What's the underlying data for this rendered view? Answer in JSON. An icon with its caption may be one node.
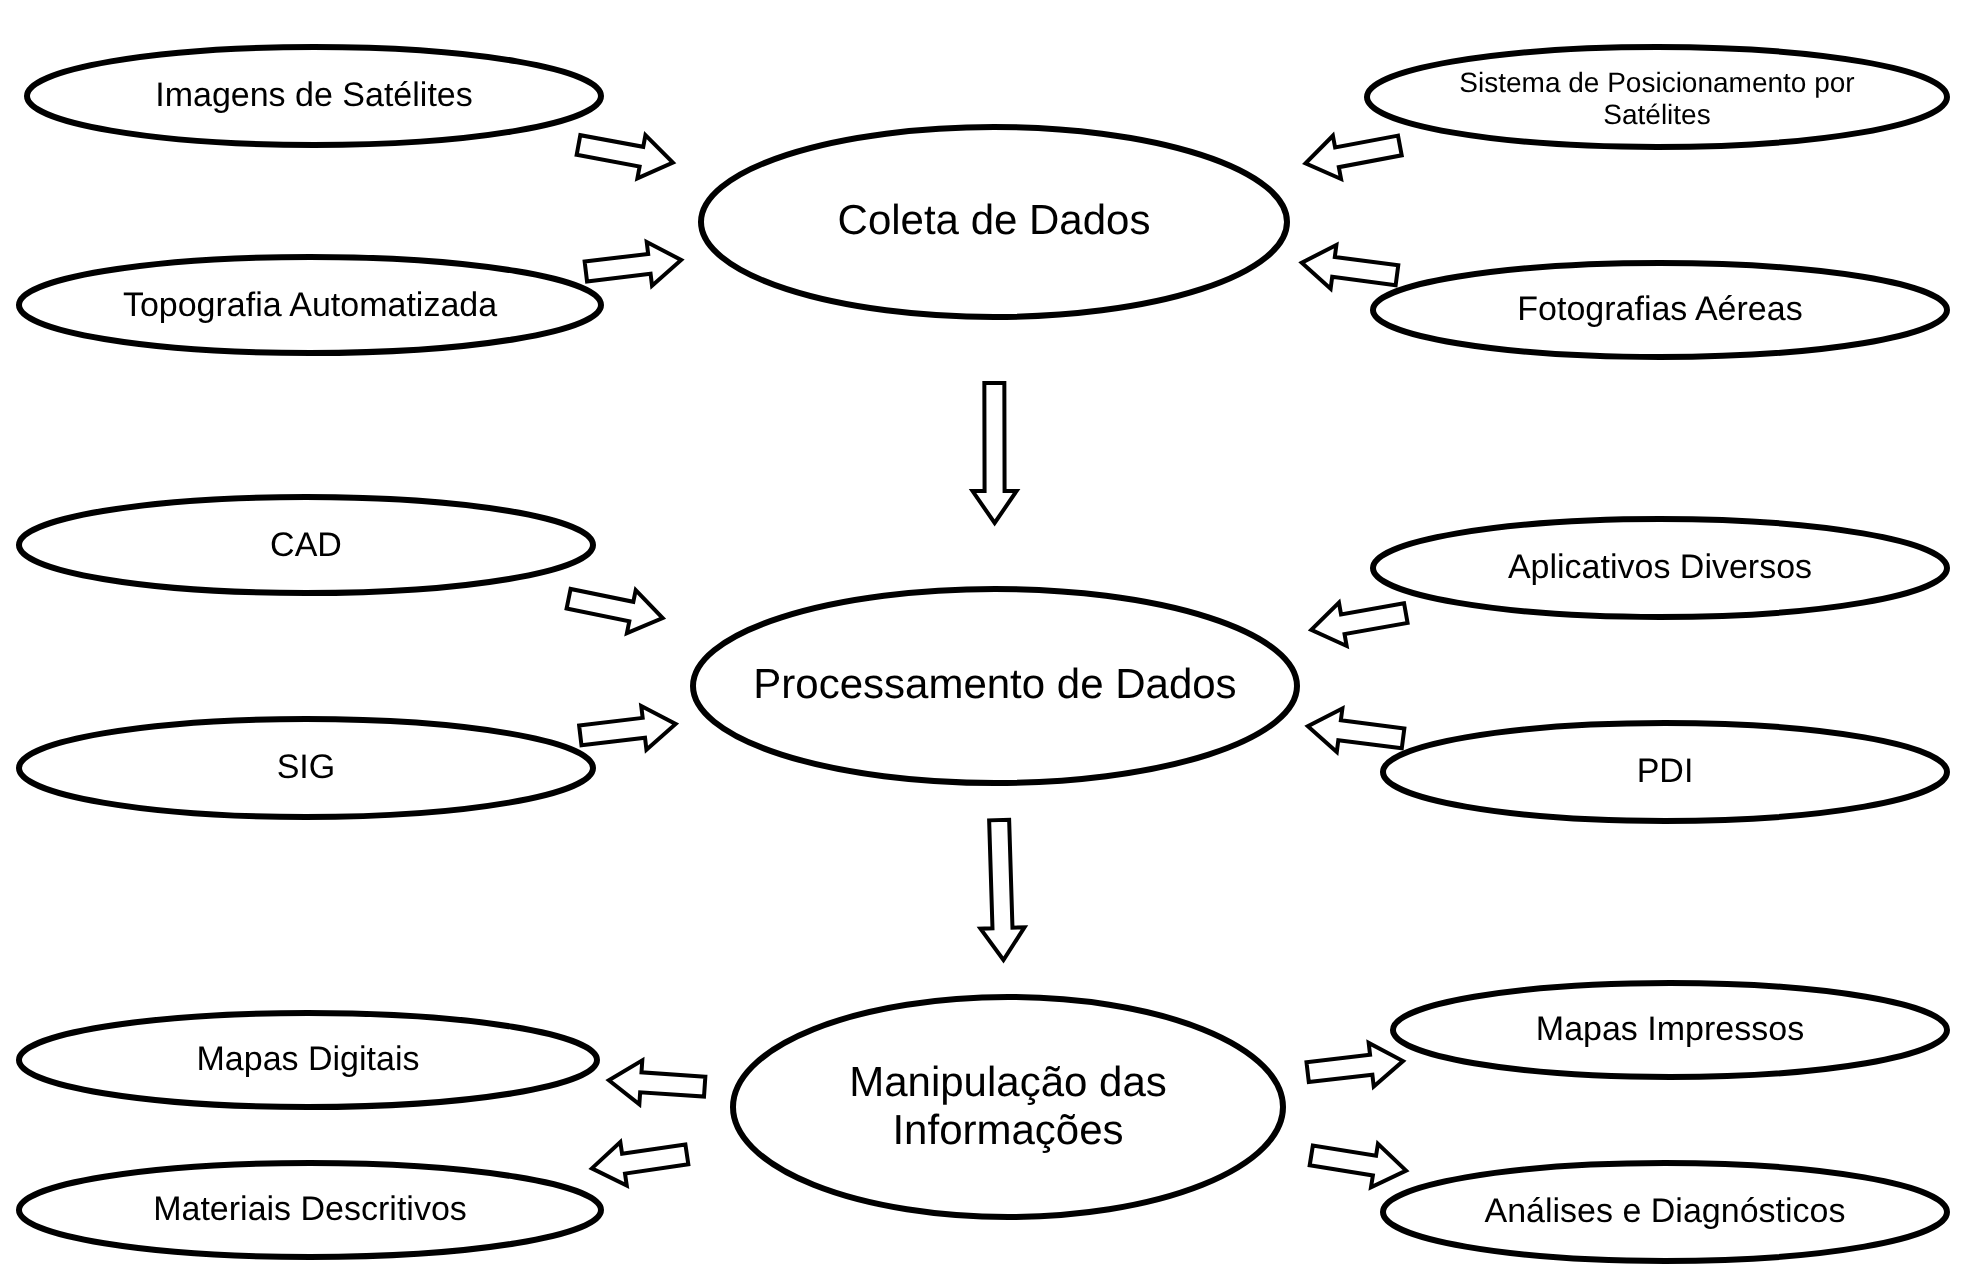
{
  "diagram": {
    "nodes": [
      {
        "text": [
          "Imagens de Satélites"
        ]
      },
      {
        "text": [
          "Sistema de Posicionamento por Satélites"
        ]
      },
      {
        "text": [
          "Coleta de Dados"
        ]
      },
      {
        "text": [
          "Topografia Automatizada"
        ]
      },
      {
        "text": [
          "Fotografias Aéreas"
        ]
      },
      {
        "text": [
          "CAD"
        ]
      },
      {
        "text": [
          "Aplicativos Diversos"
        ]
      },
      {
        "text": [
          "Processamento de Dados"
        ]
      },
      {
        "text": [
          "SIG"
        ]
      },
      {
        "text": [
          "PDI"
        ]
      },
      {
        "text": [
          "Mapas Digitais"
        ]
      },
      {
        "text": [
          "Mapas Impressos"
        ]
      },
      {
        "text": [
          "Manipulação das Informações"
        ]
      },
      {
        "text": [
          "Materiais Descritivos"
        ]
      },
      {
        "text": [
          "Análises e Diagnósticos"
        ]
      }
    ],
    "edges": [
      {
        "from": 0,
        "to": 2,
        "arrow": "to"
      },
      {
        "from": 1,
        "to": 2,
        "arrow": "to"
      },
      {
        "from": 3,
        "to": 2,
        "arrow": "to"
      },
      {
        "from": 4,
        "to": 2,
        "arrow": "to"
      },
      {
        "from": 2,
        "to": 7,
        "arrow": "to"
      },
      {
        "from": 5,
        "to": 7,
        "arrow": "to"
      },
      {
        "from": 6,
        "to": 7,
        "arrow": "to"
      },
      {
        "from": 8,
        "to": 7,
        "arrow": "to"
      },
      {
        "from": 9,
        "to": 7,
        "arrow": "to"
      },
      {
        "from": 7,
        "to": 12,
        "arrow": "to"
      },
      {
        "from": 12,
        "to": 10,
        "arrow": "to"
      },
      {
        "from": 12,
        "to": 11,
        "arrow": "to"
      },
      {
        "from": 12,
        "to": 13,
        "arrow": "to"
      },
      {
        "from": 12,
        "to": 14,
        "arrow": "to"
      }
    ]
  }
}
